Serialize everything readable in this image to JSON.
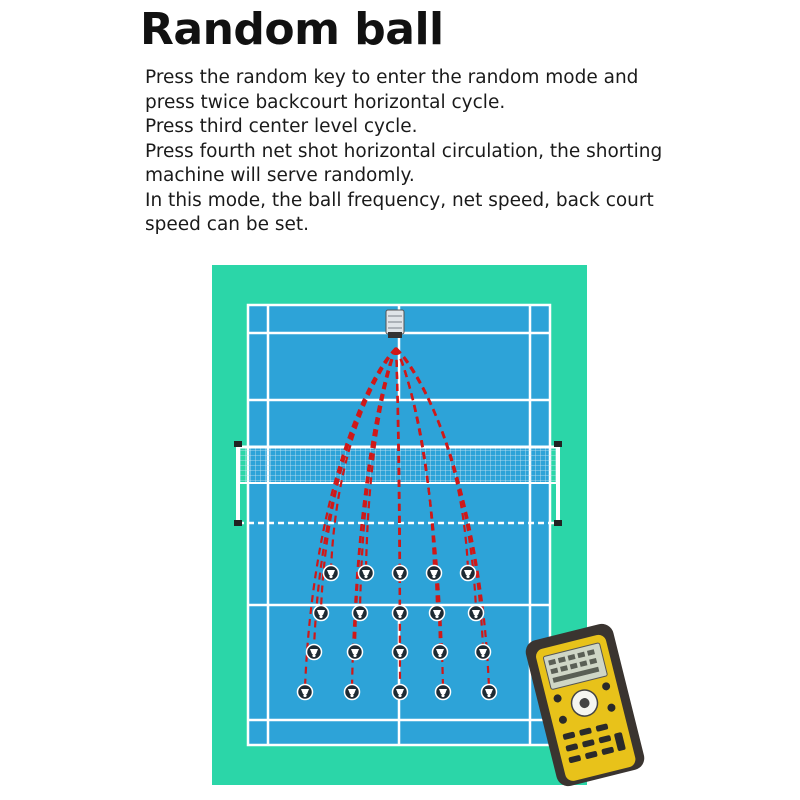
{
  "title": "Random ball",
  "description": [
    "Press the random key to enter the random mode and press twice backcourt horizontal cycle.",
    "Press third center level cycle.",
    "Press fourth net shot horizontal circulation, the shorting machine will serve randomly.",
    "In this mode, the ball frequency, net speed, back court speed can be set."
  ],
  "colors": {
    "surround": "#2bd6a8",
    "court": "#2da3d8",
    "lines": "#ffffff",
    "trajectory": "#d01818",
    "remote_body": "#3a3430",
    "remote_panel": "#e8c21a"
  },
  "icons": {
    "machine": "shuttlecock-machine-icon",
    "target": "shuttlecock-target-icon",
    "remote": "remote-control-icon"
  }
}
